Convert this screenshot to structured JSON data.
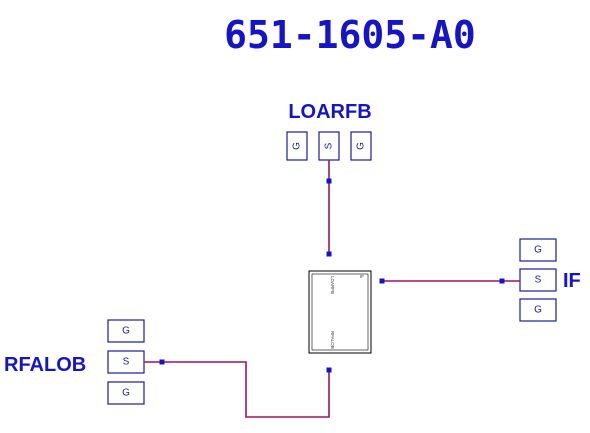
{
  "title": "651-1605-A0",
  "ports": {
    "loarfb": {
      "name": "LOARFB",
      "pads": [
        "G",
        "S",
        "G"
      ]
    },
    "if": {
      "name": "IF",
      "pads": [
        "G",
        "S",
        "G"
      ]
    },
    "rfalob": {
      "name": "RFALOB",
      "pads": [
        "G",
        "S",
        "G"
      ]
    }
  },
  "chip": {
    "pin_labels": {
      "loarfb": "LOARFB",
      "if": "IF",
      "rfalob": "RFALOB"
    }
  },
  "colors": {
    "label_blue": "#1414c8",
    "pad_outline": "#1c1c9c",
    "wire": "#a01060"
  }
}
